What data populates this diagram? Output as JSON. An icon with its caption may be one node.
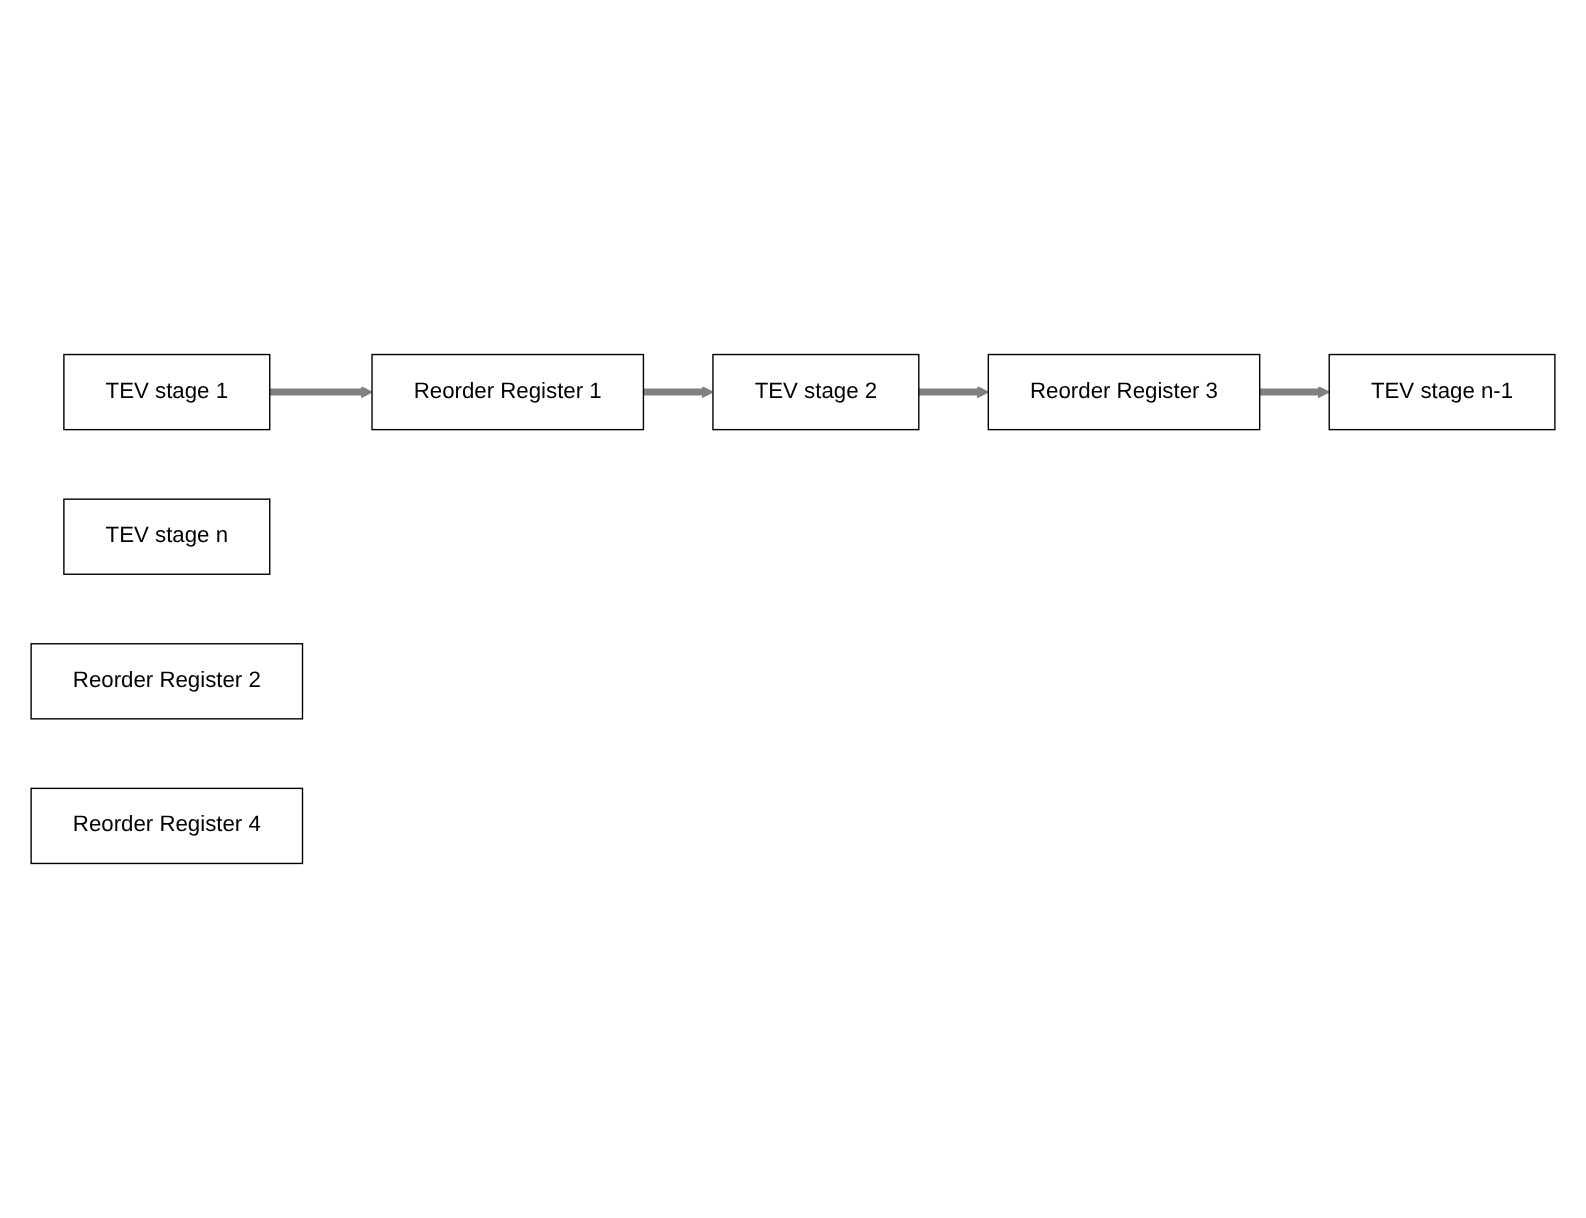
{
  "diagram": {
    "nodes": [
      {
        "text": [
          "TEV stage 1"
        ]
      },
      {
        "text": [
          "TEV stage 2"
        ]
      },
      {
        "text": [
          "TEV stage n-1"
        ]
      },
      {
        "text": [
          "TEV stage n"
        ]
      },
      {
        "text": [
          "Reorder Register 1"
        ]
      },
      {
        "text": [
          "Reorder Register 2"
        ]
      },
      {
        "text": [
          "Reorder Register 3"
        ]
      },
      {
        "text": [
          "Reorder Register 4"
        ]
      }
    ],
    "edges": [
      {
        "from": 0,
        "to": 4,
        "arrow": "to"
      },
      {
        "from": 4,
        "to": 1,
        "arrow": "to"
      },
      {
        "from": 1,
        "to": 6,
        "arrow": "to"
      },
      {
        "from": 6,
        "to": 2,
        "arrow": "to"
      }
    ]
  }
}
